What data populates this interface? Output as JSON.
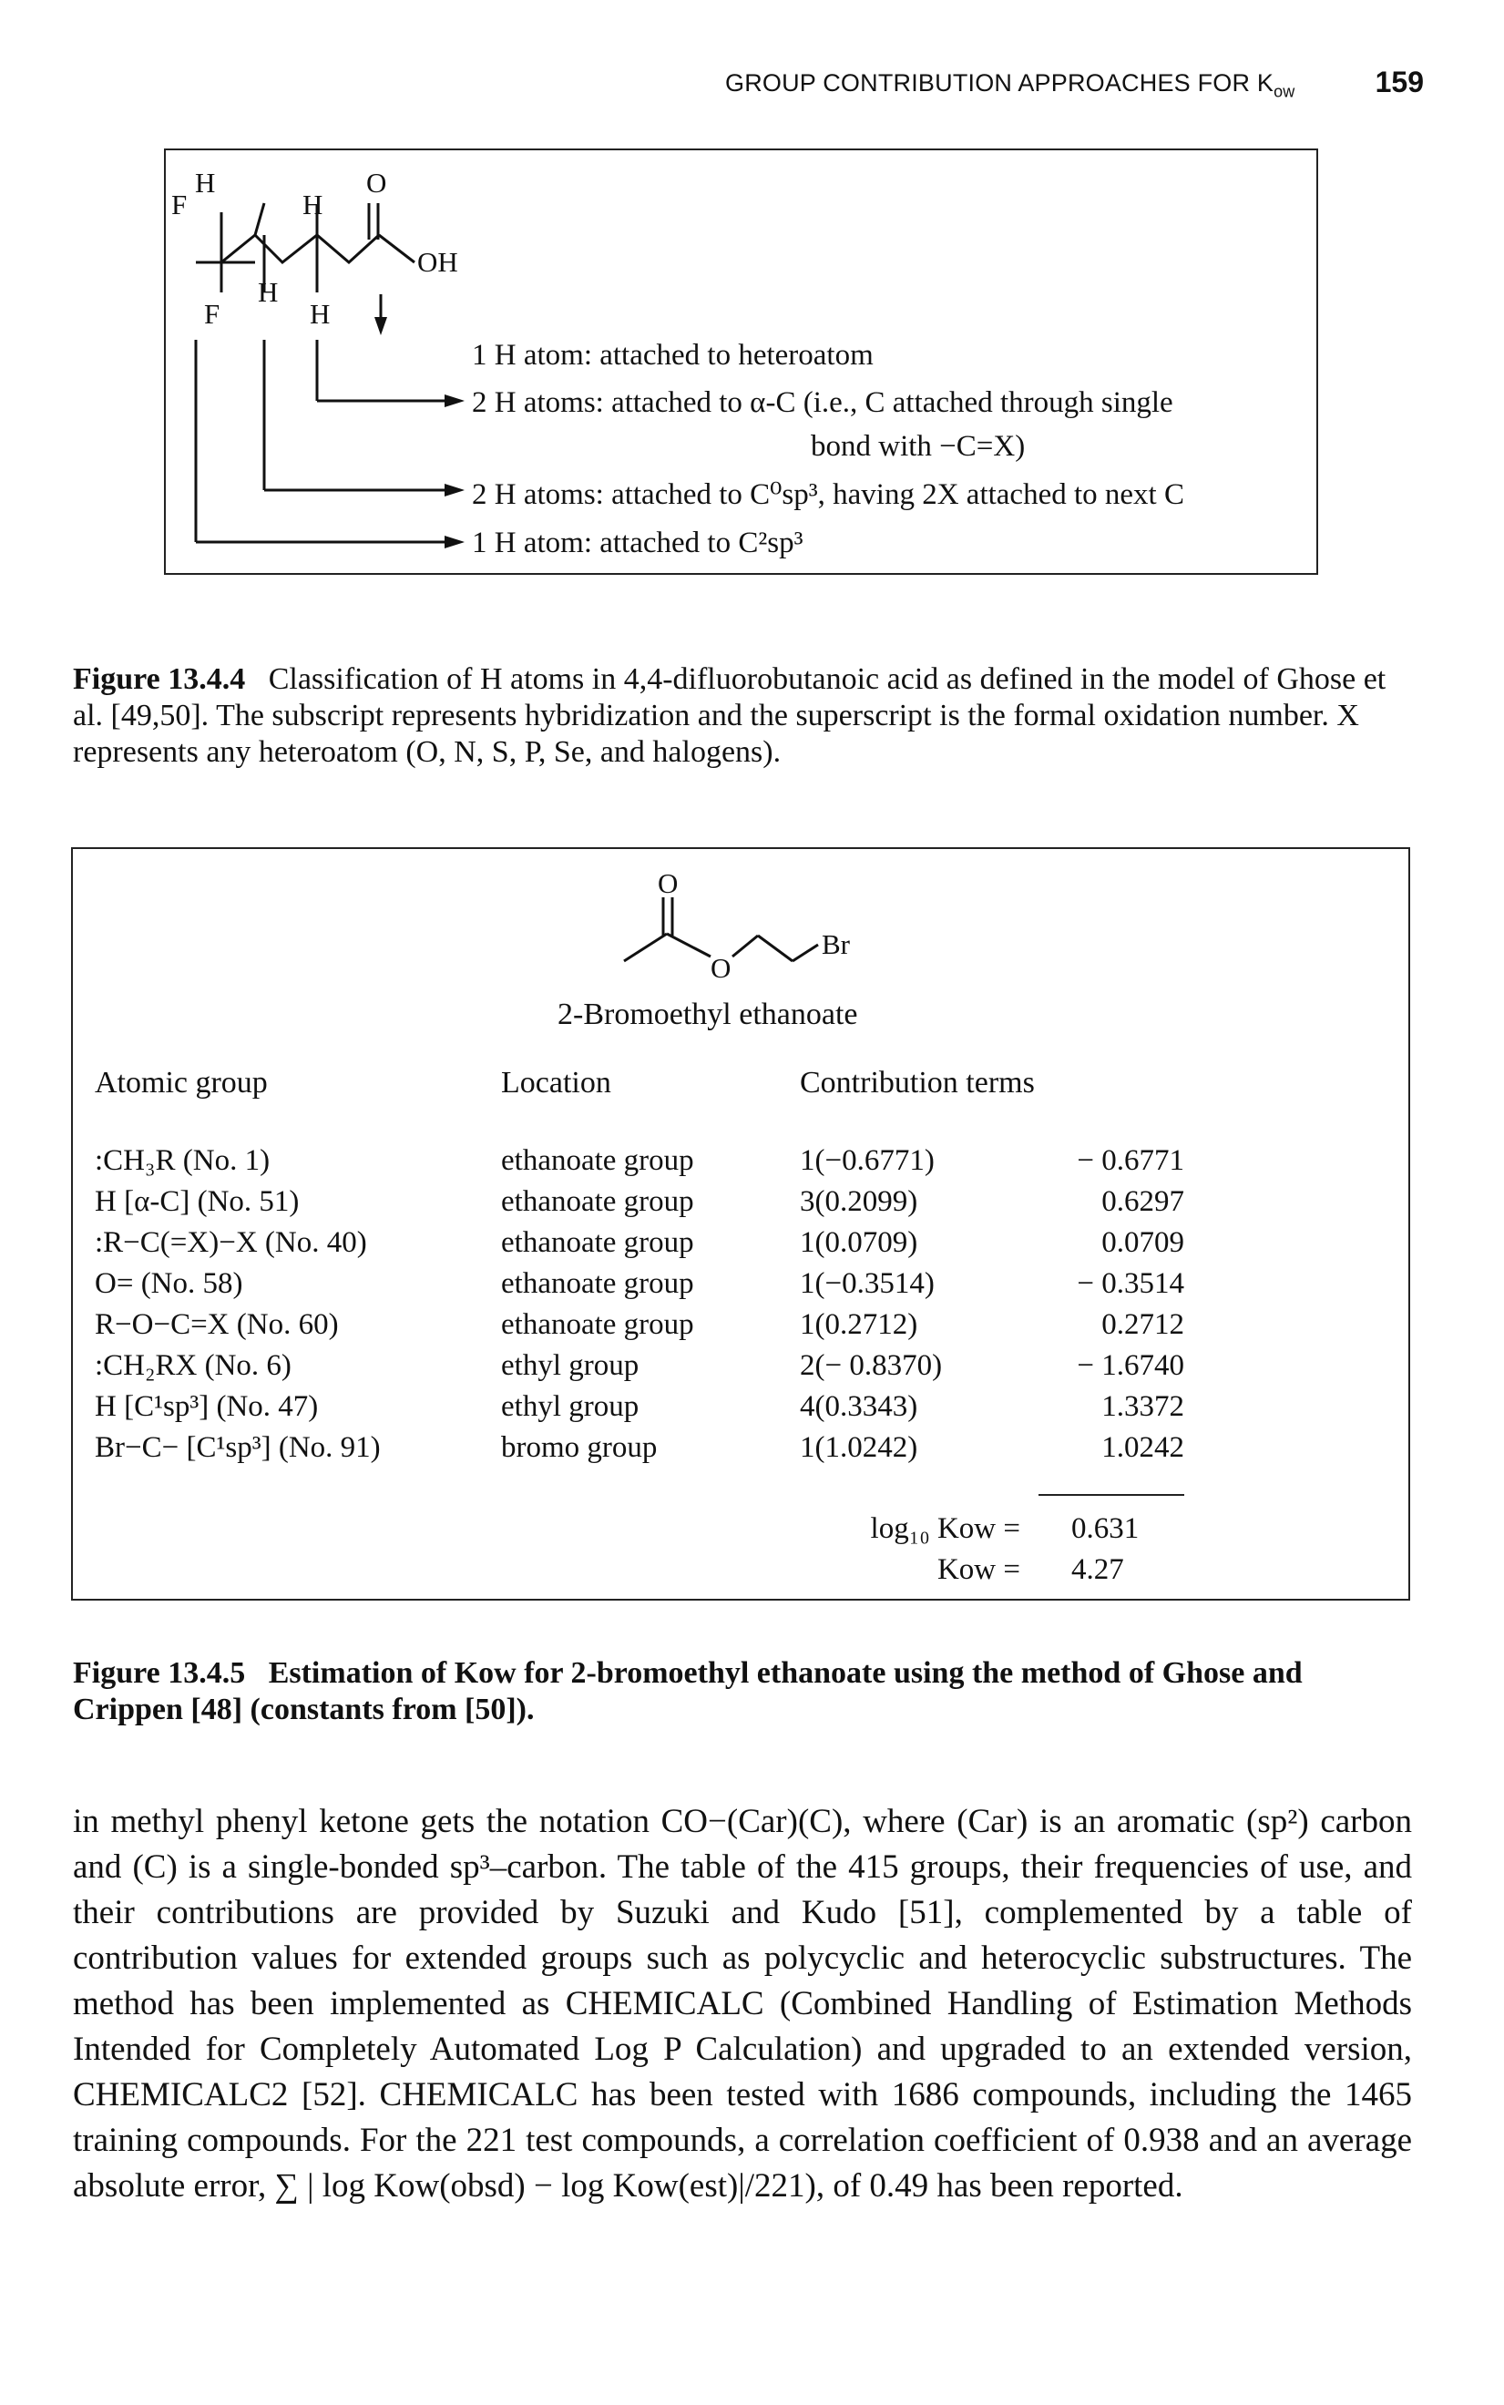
{
  "header": {
    "running_title": "GROUP CONTRIBUTION APPROACHES FOR K",
    "running_title_sub": "ow",
    "page_number": "159"
  },
  "figure1": {
    "atoms": {
      "h_top": "H",
      "o_top": "O",
      "f_top": "F",
      "h_mid_top": "H",
      "h_left": "H",
      "oh": "OH",
      "h_mid_bottom": "H",
      "f_bottom": "F",
      "h_bottom": "H"
    },
    "annotations": [
      "1 H atom: attached to heteroatom",
      "2 H atoms: attached to α-C (i.e., C attached through single",
      "bond with −C=X)",
      "2 H atoms: attached to C⁰sp³, having 2X attached to next C",
      "1 H atom: attached to C²sp³"
    ],
    "caption_label": "Figure 13.4.4",
    "caption_text": "Classification of H atoms in 4,4-difluorobutanoic acid as defined in the model of Ghose et al. [49,50]. The subscript represents hybridization and the superscript is the formal oxidation number. X represents any heteroatom (O, N, S, P, Se, and halogens)."
  },
  "figure2": {
    "atoms": {
      "o_carbonyl": "O",
      "o_ester": "O",
      "br": "Br"
    },
    "molecule_name": "2-Bromoethyl ethanoate",
    "column_headers": [
      "Atomic group",
      "Location",
      "Contribution terms"
    ],
    "rows": [
      {
        "group": ":CH₃R (No. 1)",
        "location": "ethanoate group",
        "term": "1(−0.6771)",
        "value": "− 0.6771"
      },
      {
        "group": "H [α-C] (No. 51)",
        "location": "ethanoate group",
        "term": "3(0.2099)",
        "value": "0.6297"
      },
      {
        "group": ":R−C(=X)−X (No. 40)",
        "location": "ethanoate group",
        "term": "1(0.0709)",
        "value": "0.0709"
      },
      {
        "group": "O= (No. 58)",
        "location": "ethanoate group",
        "term": "1(−0.3514)",
        "value": "− 0.3514"
      },
      {
        "group": "R−O−C=X (No. 60)",
        "location": "ethanoate group",
        "term": "1(0.2712)",
        "value": "0.2712"
      },
      {
        "group": ":CH₂RX (No. 6)",
        "location": "ethyl group",
        "term": "2(− 0.8370)",
        "value": "− 1.6740"
      },
      {
        "group": "H [C¹sp³] (No. 47)",
        "location": "ethyl group",
        "term": "4(0.3343)",
        "value": "1.3372"
      },
      {
        "group": "Br−C− [C¹sp³] (No. 91)",
        "location": "bromo group",
        "term": "1(1.0242)",
        "value": "1.0242"
      }
    ],
    "totals": [
      {
        "label": "log₁₀ Kow =",
        "value": "0.631"
      },
      {
        "label": "Kow =",
        "value": "4.27"
      }
    ],
    "caption_label": "Figure 13.4.5",
    "caption_text": "Estimation of Kow for 2-bromoethyl ethanoate using the method of Ghose and Crippen [48] (constants from [50])."
  },
  "body": {
    "paragraph": "in methyl phenyl ketone gets the notation CO−(Car)(C), where (Car) is an aromatic (sp²) carbon and (C) is a single-bonded sp³–carbon. The table of the 415 groups, their frequencies of use, and their contributions are provided by Suzuki and Kudo [51], complemented by a table of contribution values for extended groups such as polycyclic and heterocyclic substructures. The method has been implemented as CHEMICALC (Combined Handling of Estimation Methods Intended for Completely Automated Log P Calculation) and upgraded to an extended version, CHEMICALC2 [52]. CHEMICALC has been tested with 1686 compounds, including the 1465 training compounds. For the 221 test compounds, a correlation coefficient of 0.938 and an average absolute error, ∑ | log Kow(obsd) − log Kow(est)|/221), of 0.49 has been reported."
  }
}
